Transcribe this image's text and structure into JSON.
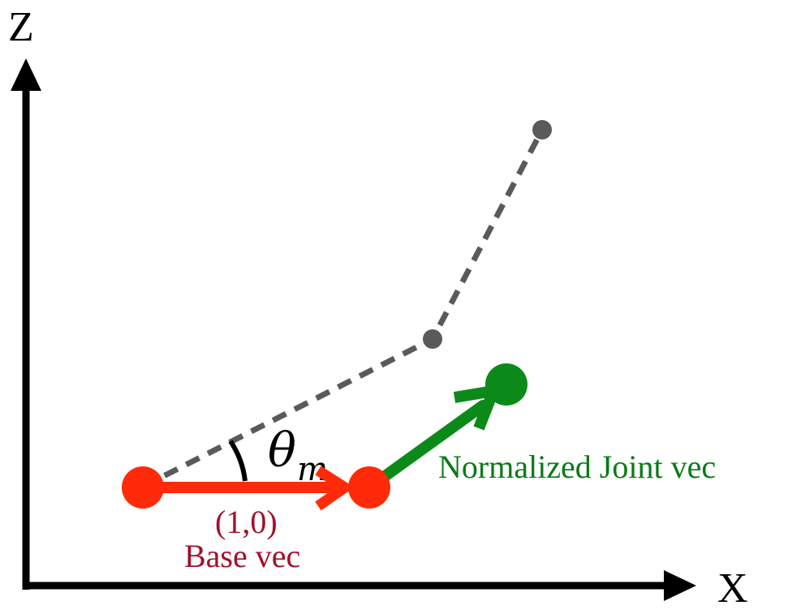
{
  "axes": {
    "x_label": "X",
    "z_label": "Z"
  },
  "angle": {
    "symbol": "θ",
    "subscript": "m"
  },
  "base_vector": {
    "coords_label": "(1,0)",
    "name_label": "Base vec"
  },
  "joint_vector": {
    "label": "Normalized Joint vec"
  },
  "colors": {
    "axis": "#000000",
    "base_vector": "#ff2a0a",
    "base_label": "#a3102c",
    "joint_vector": "#0b8a1a",
    "joint_label": "#0b7a16",
    "dashed_path": "#5a5a5a",
    "angle_arc": "#000000"
  }
}
